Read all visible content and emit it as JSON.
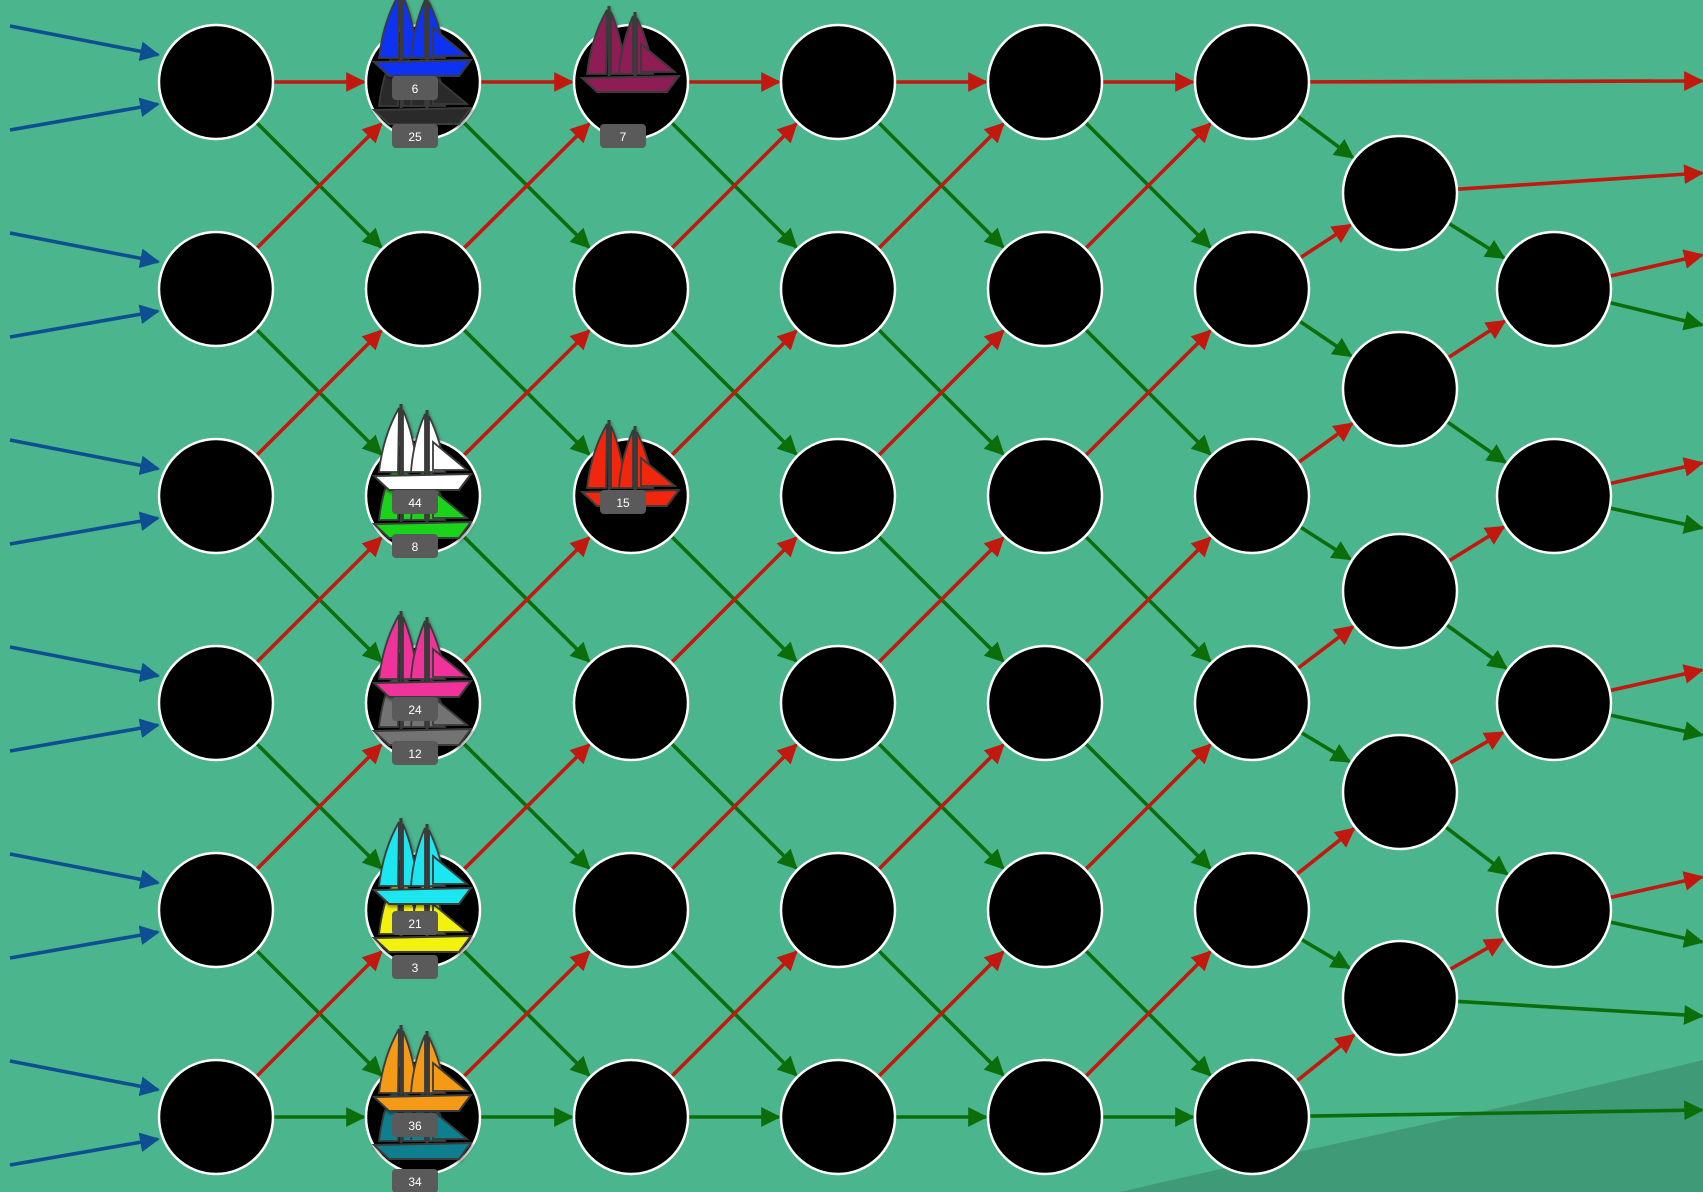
{
  "colors": {
    "background": "#4bb58d",
    "terrain": "#3f9a78",
    "node_fill": "#000000",
    "node_stroke": "#ffffff",
    "entry_arrow": "#0d4f91",
    "red_arrow": "#c1180f",
    "green_arrow": "#0b6e0b",
    "badge": "#5a5a5a",
    "badge_text": "#ffffff"
  },
  "board": {
    "node_icon": "black-circle-node",
    "ship_icon": "sailing-ship-icon",
    "ships": [
      {
        "id": "ship-blue",
        "color": "#0b33f2",
        "count": "6",
        "column": 1,
        "row": 0,
        "slot": "upper"
      },
      {
        "id": "ship-dark-gray",
        "color": "#2b2b2b",
        "count": "25",
        "column": 1,
        "row": 0,
        "slot": "lower"
      },
      {
        "id": "ship-maroon",
        "color": "#8e1a55",
        "count": "7",
        "column": 2,
        "row": 0,
        "slot": "single-upper"
      },
      {
        "id": "ship-white",
        "color": "#ffffff",
        "count": "44",
        "column": 1,
        "row": 2,
        "slot": "upper"
      },
      {
        "id": "ship-green",
        "color": "#1ed31e",
        "count": "8",
        "column": 1,
        "row": 2,
        "slot": "lower"
      },
      {
        "id": "ship-red",
        "color": "#f0260e",
        "count": "15",
        "column": 2,
        "row": 2,
        "slot": "single"
      },
      {
        "id": "ship-pink",
        "color": "#f0339b",
        "count": "24",
        "column": 1,
        "row": 3,
        "slot": "upper"
      },
      {
        "id": "ship-gray",
        "color": "#737373",
        "count": "12",
        "column": 1,
        "row": 3,
        "slot": "lower"
      },
      {
        "id": "ship-cyan",
        "color": "#1ee6f0",
        "count": "21",
        "column": 1,
        "row": 4,
        "slot": "upper"
      },
      {
        "id": "ship-yellow",
        "color": "#f2f20b",
        "count": "3",
        "column": 1,
        "row": 4,
        "slot": "lower"
      },
      {
        "id": "ship-orange",
        "color": "#f59a12",
        "count": "36",
        "column": 1,
        "row": 5,
        "slot": "upper"
      },
      {
        "id": "ship-teal",
        "color": "#0f7f8f",
        "count": "34",
        "column": 1,
        "row": 5,
        "slot": "lower"
      }
    ]
  }
}
